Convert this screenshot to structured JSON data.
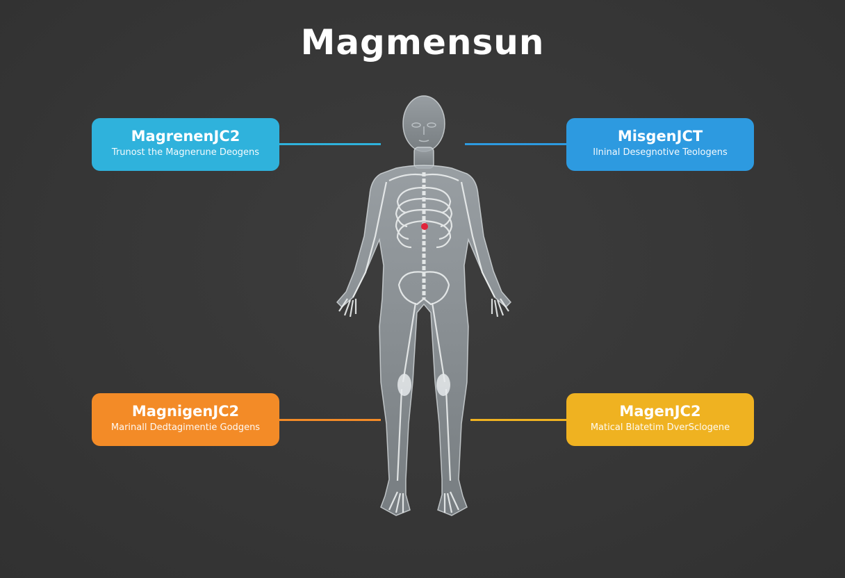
{
  "title": "Magmensun",
  "cards": {
    "top_left": {
      "title": "MagrenenJC2",
      "subtitle": "Trunost the Magnerune Deogens",
      "color": "#2fb2dc"
    },
    "top_right": {
      "title": "MisgenJCT",
      "subtitle": "Ilninal Desegnotive Teologens",
      "color": "#2d9ae0"
    },
    "bottom_left": {
      "title": "MagnigenJC2",
      "subtitle": "Marinall Dedtagimentie Godgens",
      "color": "#f38b27"
    },
    "bottom_right": {
      "title": "MagenJC2",
      "subtitle": "Matical Blatetim DverSclogene",
      "color": "#efb221"
    }
  },
  "marker_color": "#e0243a"
}
